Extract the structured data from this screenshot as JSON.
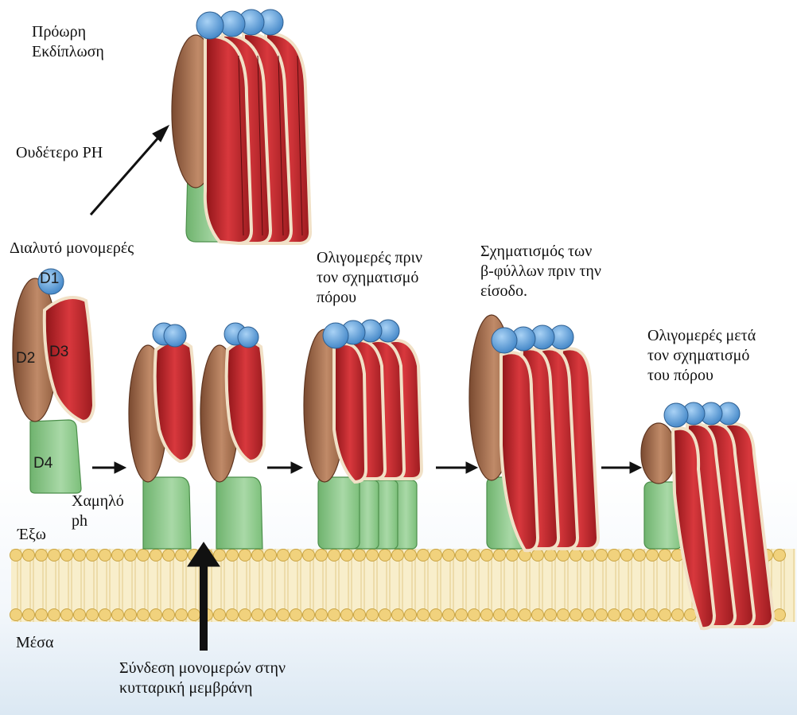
{
  "labels": {
    "premature_unfolding": [
      "Πρόωρη",
      "Εκδίπλωση"
    ],
    "neutral_ph": "Ουδέτερο PH",
    "soluble_monomer": "Διαλυτό μονομερές",
    "prepore_oligomer": [
      "Ολιγομερές πριν",
      "τον σχηματισμό",
      "πόρου"
    ],
    "beta_sheet_formation": [
      "Σχηματισμός των",
      "β-φύλλων πριν την",
      "είσοδο."
    ],
    "pore_oligomer": [
      "Ολιγομερές μετά",
      "τον σχηματισμό",
      "του πόρου"
    ],
    "low_ph": [
      "Χαμηλό",
      "ph"
    ],
    "outside": "Έξω",
    "inside": "Μέσα",
    "membrane_binding": [
      "Σύνδεση μονομερών στην",
      "κυτταρική μεμβράνη"
    ]
  },
  "domains": {
    "d1": "D1",
    "d2": "D2",
    "d3": "D3",
    "d4": "D4"
  },
  "colors": {
    "d1": "#6aa6df",
    "d2": "#b27552",
    "d3": "#c8262d",
    "d4": "#9dd19b",
    "membrane_head": "#f1d27d",
    "membrane_tail": "#f8eecb",
    "outside_bg": "#e9f1f8"
  }
}
